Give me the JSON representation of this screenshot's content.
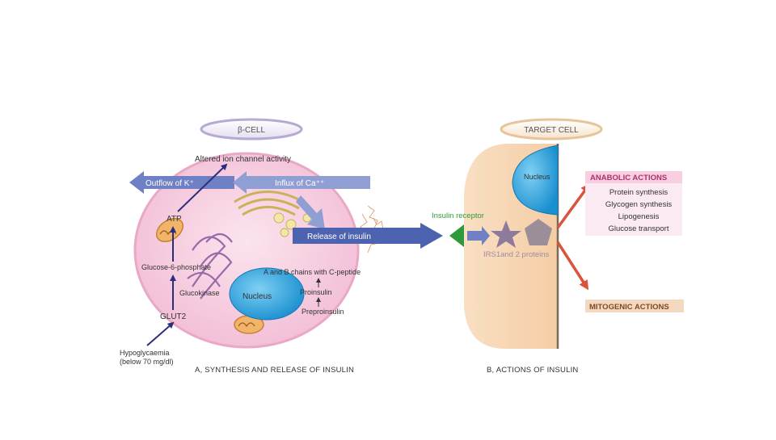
{
  "beta_cell": {
    "title": "β-CELL",
    "ion_channel": "Altered ion channel activity",
    "outflow": "Outflow of K⁺",
    "influx": "Influx of Ca⁺⁺",
    "release": "Release of insulin",
    "atp": "ATP",
    "g6p": "Glucose-6-phosphate",
    "glucokinase": "Glucokinase",
    "glut2": "GLUT2",
    "nucleus": "Nucleus",
    "chains": "A and B chains with C-peptide",
    "proinsulin": "Proinsulin",
    "preproinsulin": "Preproinsulin",
    "hypo_line1": "Hypoglycaemia",
    "hypo_line2": "(below 70 mg/dl)",
    "caption": "A, SYNTHESIS AND RELEASE OF INSULIN"
  },
  "target_cell": {
    "title": "TARGET CELL",
    "nucleus": "Nucleus",
    "receptor": "Insulin receptor",
    "irs": "IRS1and 2 proteins",
    "caption": "B, ACTIONS OF INSULIN"
  },
  "anabolic": {
    "title": "ANABOLIC ACTIONS",
    "items": [
      "Protein synthesis",
      "Glycogen synthesis",
      "Lipogenesis",
      "Glucose transport"
    ]
  },
  "mitogenic": {
    "title": "MITOGENIC ACTIONS"
  },
  "colors": {
    "cell": "#f7cfe0",
    "cell_border": "#e9a8c6",
    "target": "#f8d7b3",
    "nucleus": "#2aa7e0",
    "arrow_blue": "#4e63b0",
    "arrow_light": "#9aa9d8",
    "pink_box": "#f7d3e3",
    "orange_box": "#f4d9c0",
    "red_arrow": "#d9533d",
    "green": "#2f9a3a",
    "star": "#8e7a9a"
  }
}
